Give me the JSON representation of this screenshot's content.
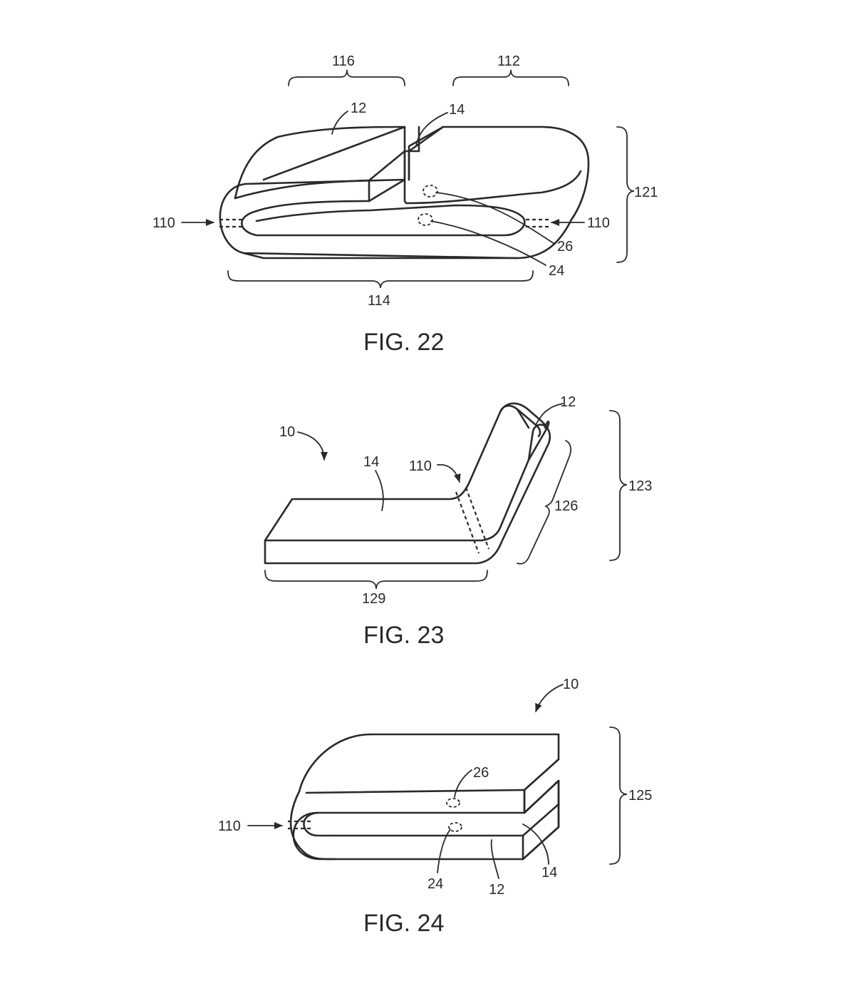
{
  "figures": [
    {
      "caption": "FIG. 22",
      "labels": {
        "r116": "116",
        "r112": "112",
        "r12": "12",
        "r14": "14",
        "r121": "121",
        "r110_left": "110",
        "r110_right": "110",
        "r26": "26",
        "r24": "24",
        "r114": "114"
      }
    },
    {
      "caption": "FIG. 23",
      "labels": {
        "r12": "12",
        "r10": "10",
        "r14": "14",
        "r110": "110",
        "r123": "123",
        "r126": "126",
        "r129": "129"
      }
    },
    {
      "caption": "FIG. 24",
      "labels": {
        "r10": "10",
        "r26": "26",
        "r125": "125",
        "r110": "110",
        "r24": "24",
        "r12": "12",
        "r14": "14"
      }
    }
  ]
}
